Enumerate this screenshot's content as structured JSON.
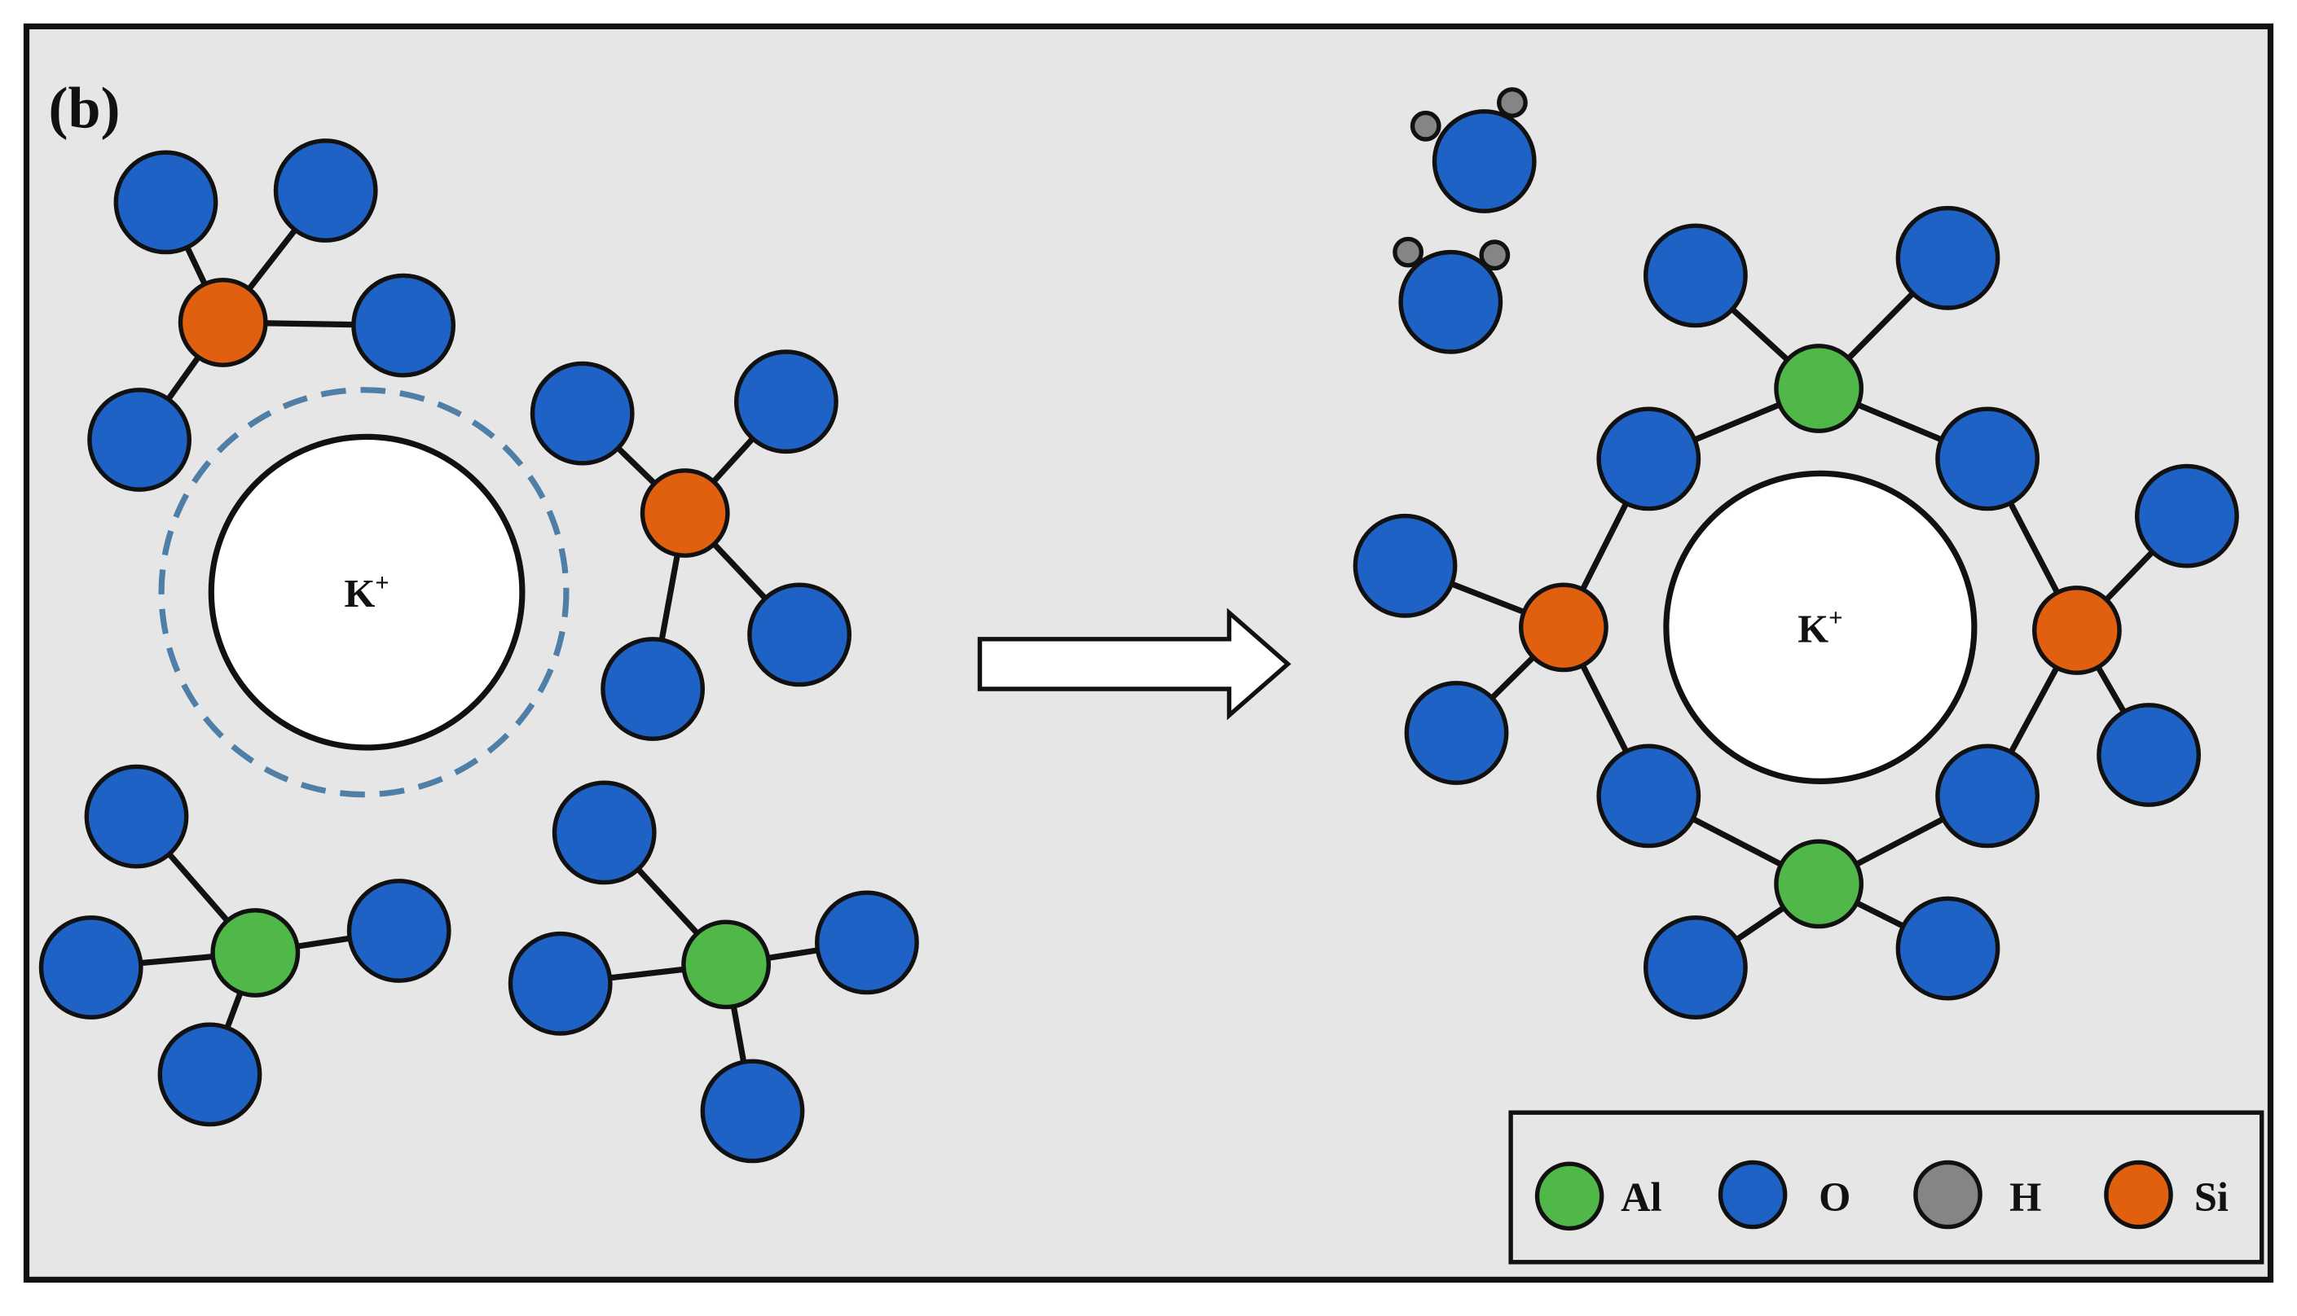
{
  "panel_label": "(b)",
  "cation": {
    "symbol": "K",
    "charge": "+"
  },
  "legend": [
    {
      "key": "al",
      "label": "Al",
      "color": "#4fb848"
    },
    {
      "key": "o",
      "label": "O",
      "color": "#1f62c6"
    },
    {
      "key": "h",
      "label": "H",
      "color": "#858585"
    },
    {
      "key": "si",
      "label": "Si",
      "color": "#e0600f"
    }
  ],
  "colors": {
    "background": "#e6e6e6",
    "frame": "#111111",
    "bond": "#111111",
    "hydration_shell": "#4f7fa6",
    "cation_fill": "#ffffff",
    "arrow_fill": "#ffffff"
  }
}
